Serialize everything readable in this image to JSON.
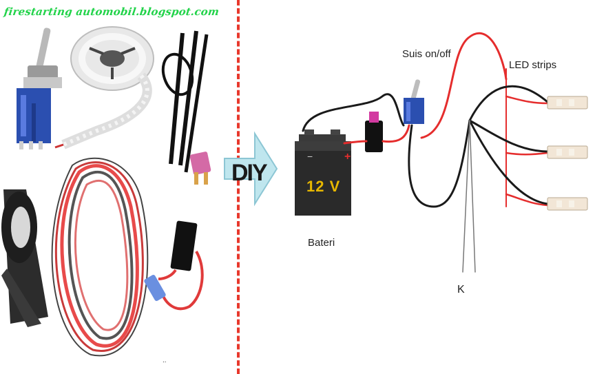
{
  "watermark": "firestarting automobil.blogspot.com",
  "diy_label": "DIY",
  "diagram": {
    "switch_label": "Suis on/off",
    "led_label": "LED strips",
    "battery_label": "Bateri",
    "battery_voltage": "12 V",
    "battery_plus": "+",
    "battery_minus": "−",
    "ground_label": "K"
  },
  "footer_dots": "..",
  "colors": {
    "divider": "#e8382c",
    "arrow_fill": "#bfe6ee",
    "red_wire": "#e52d2d",
    "black_wire": "#1a1a1a",
    "watermark": "#22d34a",
    "battery_body": "#2a2a2a",
    "battery_text": "#e8b800"
  },
  "icons": [
    "toggle-switch-icon",
    "led-strip-reel-icon",
    "cable-ties-icon",
    "electrical-tape-icon",
    "wire-bundle-icon",
    "fuse-icon",
    "fuse-holder-icon",
    "battery-icon",
    "led-strip-icon"
  ]
}
